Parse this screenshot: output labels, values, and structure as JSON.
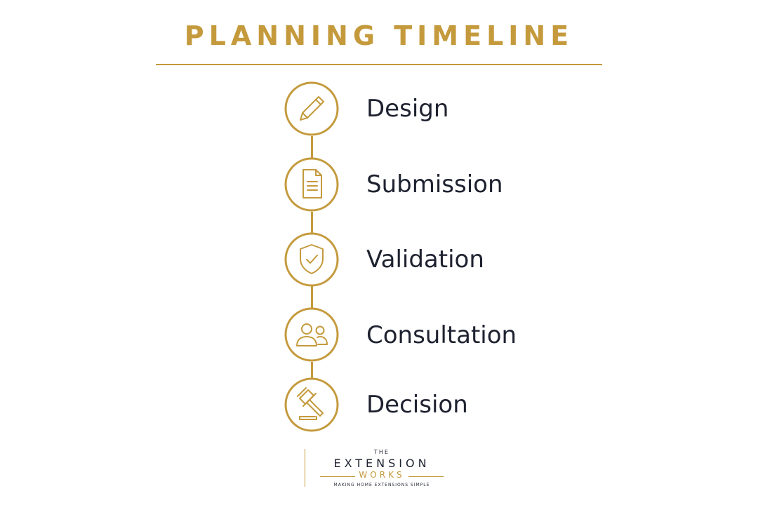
{
  "header": {
    "title": "PLANNING TIMELINE"
  },
  "steps": [
    {
      "label": "Design",
      "icon": "pencil-icon"
    },
    {
      "label": "Submission",
      "icon": "document-icon"
    },
    {
      "label": "Validation",
      "icon": "shield-check-icon"
    },
    {
      "label": "Consultation",
      "icon": "people-icon"
    },
    {
      "label": "Decision",
      "icon": "gavel-icon"
    }
  ],
  "logo": {
    "the": "THE",
    "extension": "EXTENSION",
    "works": "WORKS",
    "tagline": "MAKING HOME EXTENSIONS SIMPLE"
  },
  "colors": {
    "accent": "#c49a3c",
    "text": "#1e2230",
    "background": "#ffffff"
  }
}
